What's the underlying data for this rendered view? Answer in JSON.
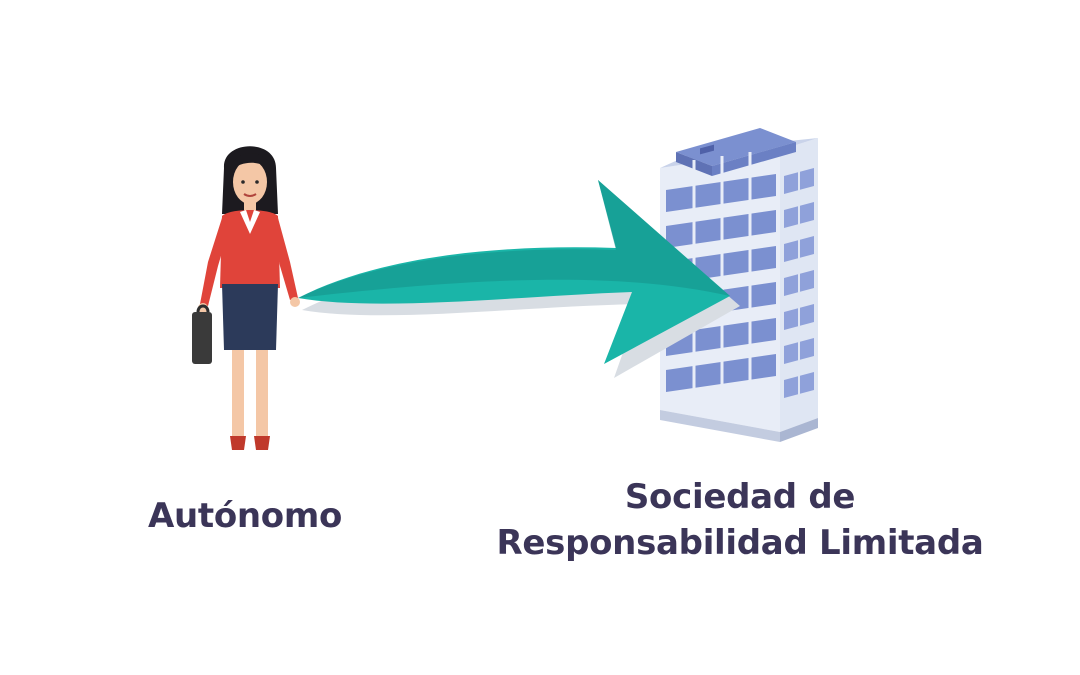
{
  "labels": {
    "left": "Autónomo",
    "right_line1": "Sociedad de",
    "right_line2": "Responsabilidad Limitada"
  },
  "colors": {
    "text": "#3b3558",
    "arrow": "#1ab5a8",
    "arrow_dark": "#168f88",
    "building": "#7b90d0",
    "building_light": "#dfe6f3",
    "jacket": "#e0443a",
    "skirt": "#2c3a5a"
  },
  "icons": {
    "person": "businesswoman-icon",
    "arrow": "curved-arrow-icon",
    "building": "office-building-icon"
  }
}
